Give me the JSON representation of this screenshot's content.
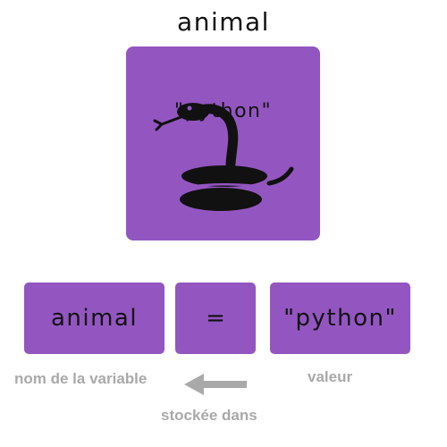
{
  "diagram": {
    "variable_name": "animal",
    "value_label": "\"python\"",
    "assignment": {
      "name": "animal",
      "operator": "=",
      "value": "\"python\""
    },
    "captions": {
      "name": "nom de la variable",
      "value": "valeur",
      "stored_in": "stockée dans"
    },
    "icons": {
      "main": "snake-icon",
      "arrow": "arrow-left-icon"
    },
    "colors": {
      "box": "#9356c1",
      "text": "#111111",
      "caption": "#a9a9a9",
      "arrow": "#a9a9a9"
    }
  }
}
